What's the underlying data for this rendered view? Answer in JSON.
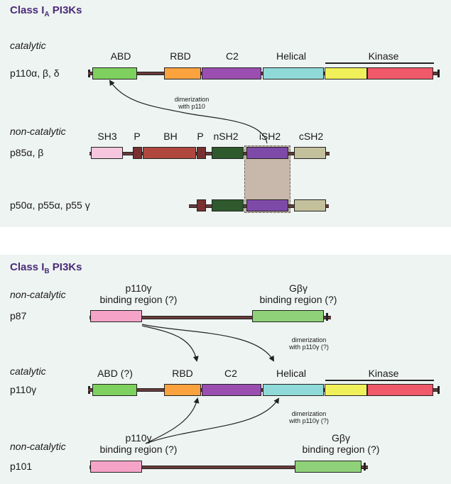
{
  "class_a": {
    "title_prefix": "Class I",
    "title_sub": "A",
    "title_suffix": " PI3Ks",
    "catalytic_label": "catalytic",
    "noncatalytic_label": "non-catalytic",
    "p110_name": "p110α, β, δ",
    "p110_domains": [
      "ABD",
      "RBD",
      "C2",
      "Helical",
      "Kinase"
    ],
    "dimerization_note": [
      "dimerization",
      "with p110"
    ],
    "p85_name": "p85α, β",
    "p85_domains": [
      "SH3",
      "P",
      "BH",
      "P",
      "nSH2",
      "iSH2",
      "cSH2"
    ],
    "p50_name": "p50α, p55α, p55 γ"
  },
  "class_b": {
    "title_prefix": "Class I",
    "title_sub": "B",
    "title_suffix": " PI3Ks",
    "p87_role": "non-catalytic",
    "p87_name": "p87",
    "p87_region1": [
      "p110γ",
      "binding region  (?)"
    ],
    "p87_region2": [
      "Gβγ",
      "binding region  (?)"
    ],
    "dimerization_note_1": [
      "dimerization",
      "with p110γ (?)"
    ],
    "catalytic_label": "catalytic",
    "p110g_name": "p110γ",
    "p110g_domains": [
      "ABD (?)",
      "RBD",
      "C2",
      "Helical",
      "Kinase"
    ],
    "dimerization_note_2": [
      "dimerization",
      "with p110γ (?)"
    ],
    "p101_role": "non-catalytic",
    "p101_name": "p101",
    "p101_region1": [
      "p110γ",
      "binding region  (?)"
    ],
    "p101_region2": [
      "Gβγ",
      "binding region  (?)"
    ]
  },
  "colors": {
    "panel_bg": "#eef4f1",
    "title": "#4b2a7a",
    "abd_green": "#7ed15e",
    "rbd_orange": "#f9a23e",
    "c2_purple": "#9a4fb0",
    "helical_cyan": "#8fdad8",
    "kinase_yellow": "#f0f05a",
    "kinase_red": "#f0596a",
    "sh3_pink": "#f6c6de",
    "p_brown": "#7a3030",
    "bh_red": "#b0473f",
    "sh2_green": "#2e5a2e",
    "ish2_purple": "#7e4aa8",
    "csh2_khaki": "#c3c09c",
    "highlight_box": "#c8b7ab",
    "binding_pink": "#f6a3c8",
    "binding_green": "#8fd178"
  }
}
